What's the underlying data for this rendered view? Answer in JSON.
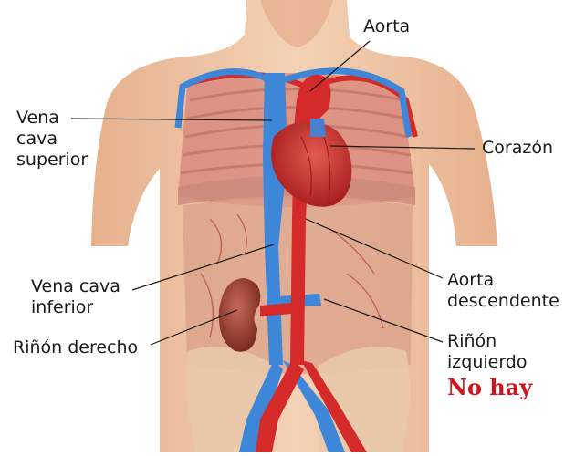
{
  "labels": {
    "aorta": "Aorta",
    "vena_cava_superior": [
      "Vena",
      "cava",
      "superior"
    ],
    "corazon": "Corazón",
    "vena_cava_inferior": [
      "Vena cava",
      "inferior"
    ],
    "aorta_descendente": [
      "Aorta",
      "descendente"
    ],
    "rinon_derecho": "Riñón derecho",
    "rinon_izquierdo": [
      "Riñón",
      "izquierdo"
    ]
  },
  "annotation": "No hay",
  "colors": {
    "annotation": "#d0141c",
    "artery": "#d42a2a",
    "vein": "#3d86d8",
    "skin": "#efc8a6",
    "label_text": "#1a1a1a"
  }
}
